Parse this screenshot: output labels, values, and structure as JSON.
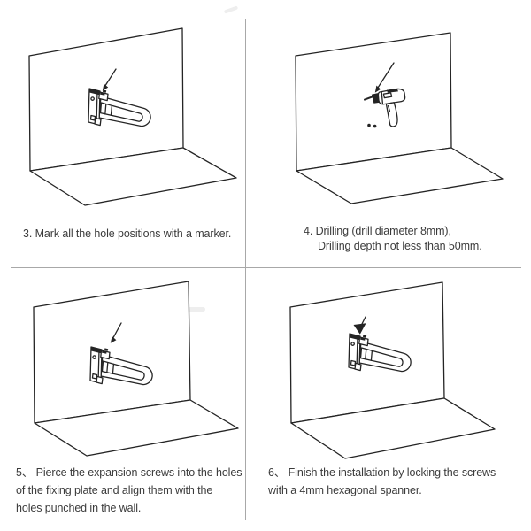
{
  "figure": {
    "kind": "grab-bar-installation-instructions",
    "background": "#ffffff",
    "line_color": "#242424",
    "divider_color": "#a8a8a8",
    "text_color": "#3b3b3b"
  },
  "panels": [
    {
      "step": "3",
      "diagram": "wall-corner-with-folding-grab-bar-and-pointer-arrow",
      "caption_lines": [
        "3. Mark all the hole positions with a marker."
      ]
    },
    {
      "step": "4",
      "diagram": "wall-corner-with-power-drill-and-two-drilled-holes",
      "caption_lines": [
        "4. Drilling (drill diameter 8mm),",
        "Drilling depth not less than 50mm."
      ]
    },
    {
      "step": "5",
      "diagram": "wall-corner-with-folding-grab-bar-and-pointer-arrow",
      "caption_lines": [
        "5、 Pierce the expansion screws into the holes",
        "of the fixing plate and align them with the",
        "holes punched in the wall."
      ]
    },
    {
      "step": "6",
      "diagram": "wall-corner-with-folding-grab-bar-and-down-arrow",
      "caption_lines": [
        "6、 Finish the installation by locking the screws",
        "with a 4mm hexagonal spanner."
      ]
    }
  ]
}
